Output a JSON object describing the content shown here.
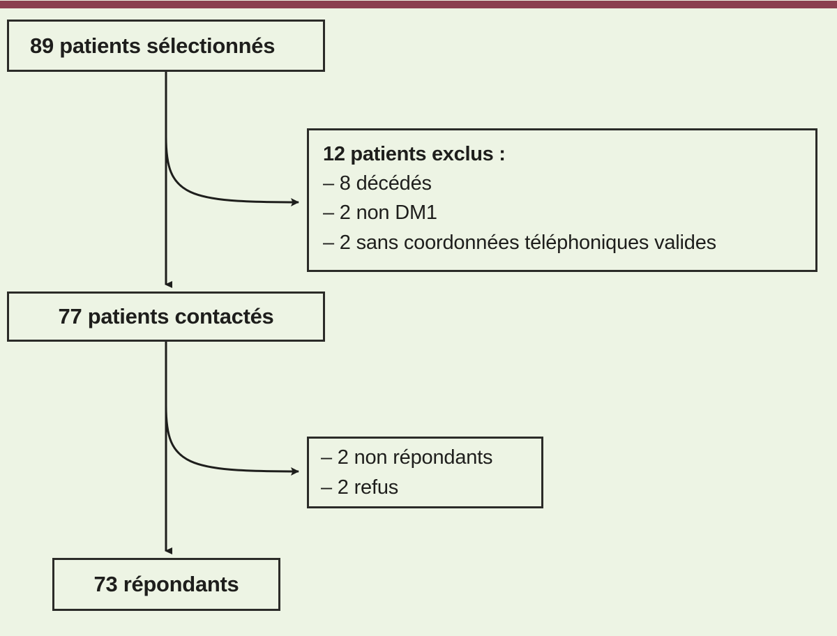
{
  "figure": {
    "type": "flowchart",
    "orientation": "vertical",
    "language": "fr",
    "background_color": "#EDF4E4",
    "accent_bar_color": "#8B4050",
    "border_color": "#2B2B28",
    "text_color": "#1E1E1C"
  },
  "nodes": {
    "selected": {
      "title": "89 patients sélectionnés",
      "count": 89
    },
    "excluded": {
      "title": "12 patients exclus :",
      "count": 12,
      "items": [
        "– 8 décédés",
        "– 2 non DM1",
        "– 2 sans coordonnées téléphoniques valides"
      ]
    },
    "contacted": {
      "title": "77 patients contactés",
      "count": 77
    },
    "nonresponders": {
      "items": [
        "– 2 non répondants",
        "– 2 refus"
      ]
    },
    "responders": {
      "title": "73 répondants",
      "count": 73
    }
  },
  "edges": [
    {
      "from": "selected",
      "to": "contacted",
      "style": "straight-arrow-down"
    },
    {
      "from": "selected",
      "to": "excluded",
      "style": "curved-arrow-right"
    },
    {
      "from": "contacted",
      "to": "responders",
      "style": "straight-arrow-down"
    },
    {
      "from": "contacted",
      "to": "nonresponders",
      "style": "curved-arrow-right"
    }
  ]
}
